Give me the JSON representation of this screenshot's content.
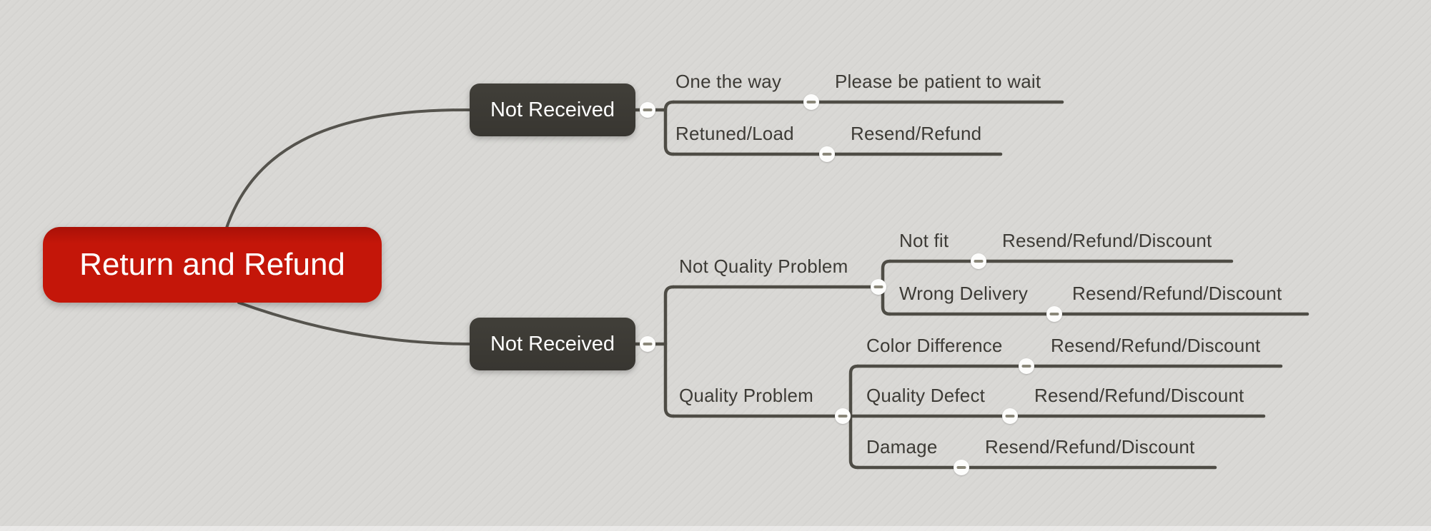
{
  "app": {
    "view": "mindmap-canvas",
    "collapse_icon": "minus",
    "colors": {
      "background": "#d9d8d5",
      "root_fill": "#c41609",
      "branch_fill": "#383631",
      "connector_line": "#4e4c45",
      "topic_text": "#3d3b36",
      "node_text": "#ffffff",
      "collapse_circle": "#fdfdfc",
      "collapse_minus": "#8a8779"
    }
  },
  "root": {
    "label": "Return and Refund"
  },
  "branches": [
    {
      "label": "Not Received",
      "children": [
        {
          "label": "One the way",
          "children": [
            {
              "label": "Please be patient to wait"
            }
          ]
        },
        {
          "label": "Retuned/Load",
          "children": [
            {
              "label": "Resend/Refund"
            }
          ]
        }
      ]
    },
    {
      "label": "Not Received",
      "children": [
        {
          "label": "Not Quality Problem",
          "children": [
            {
              "label": "Not fit",
              "children": [
                {
                  "label": "Resend/Refund/Discount"
                }
              ]
            },
            {
              "label": "Wrong Delivery",
              "children": [
                {
                  "label": "Resend/Refund/Discount"
                }
              ]
            }
          ]
        },
        {
          "label": "Quality Problem",
          "children": [
            {
              "label": "Color Difference",
              "children": [
                {
                  "label": "Resend/Refund/Discount"
                }
              ]
            },
            {
              "label": "Quality Defect",
              "children": [
                {
                  "label": "Resend/Refund/Discount"
                }
              ]
            },
            {
              "label": "Damage",
              "children": [
                {
                  "label": "Resend/Refund/Discount"
                }
              ]
            }
          ]
        }
      ]
    }
  ]
}
